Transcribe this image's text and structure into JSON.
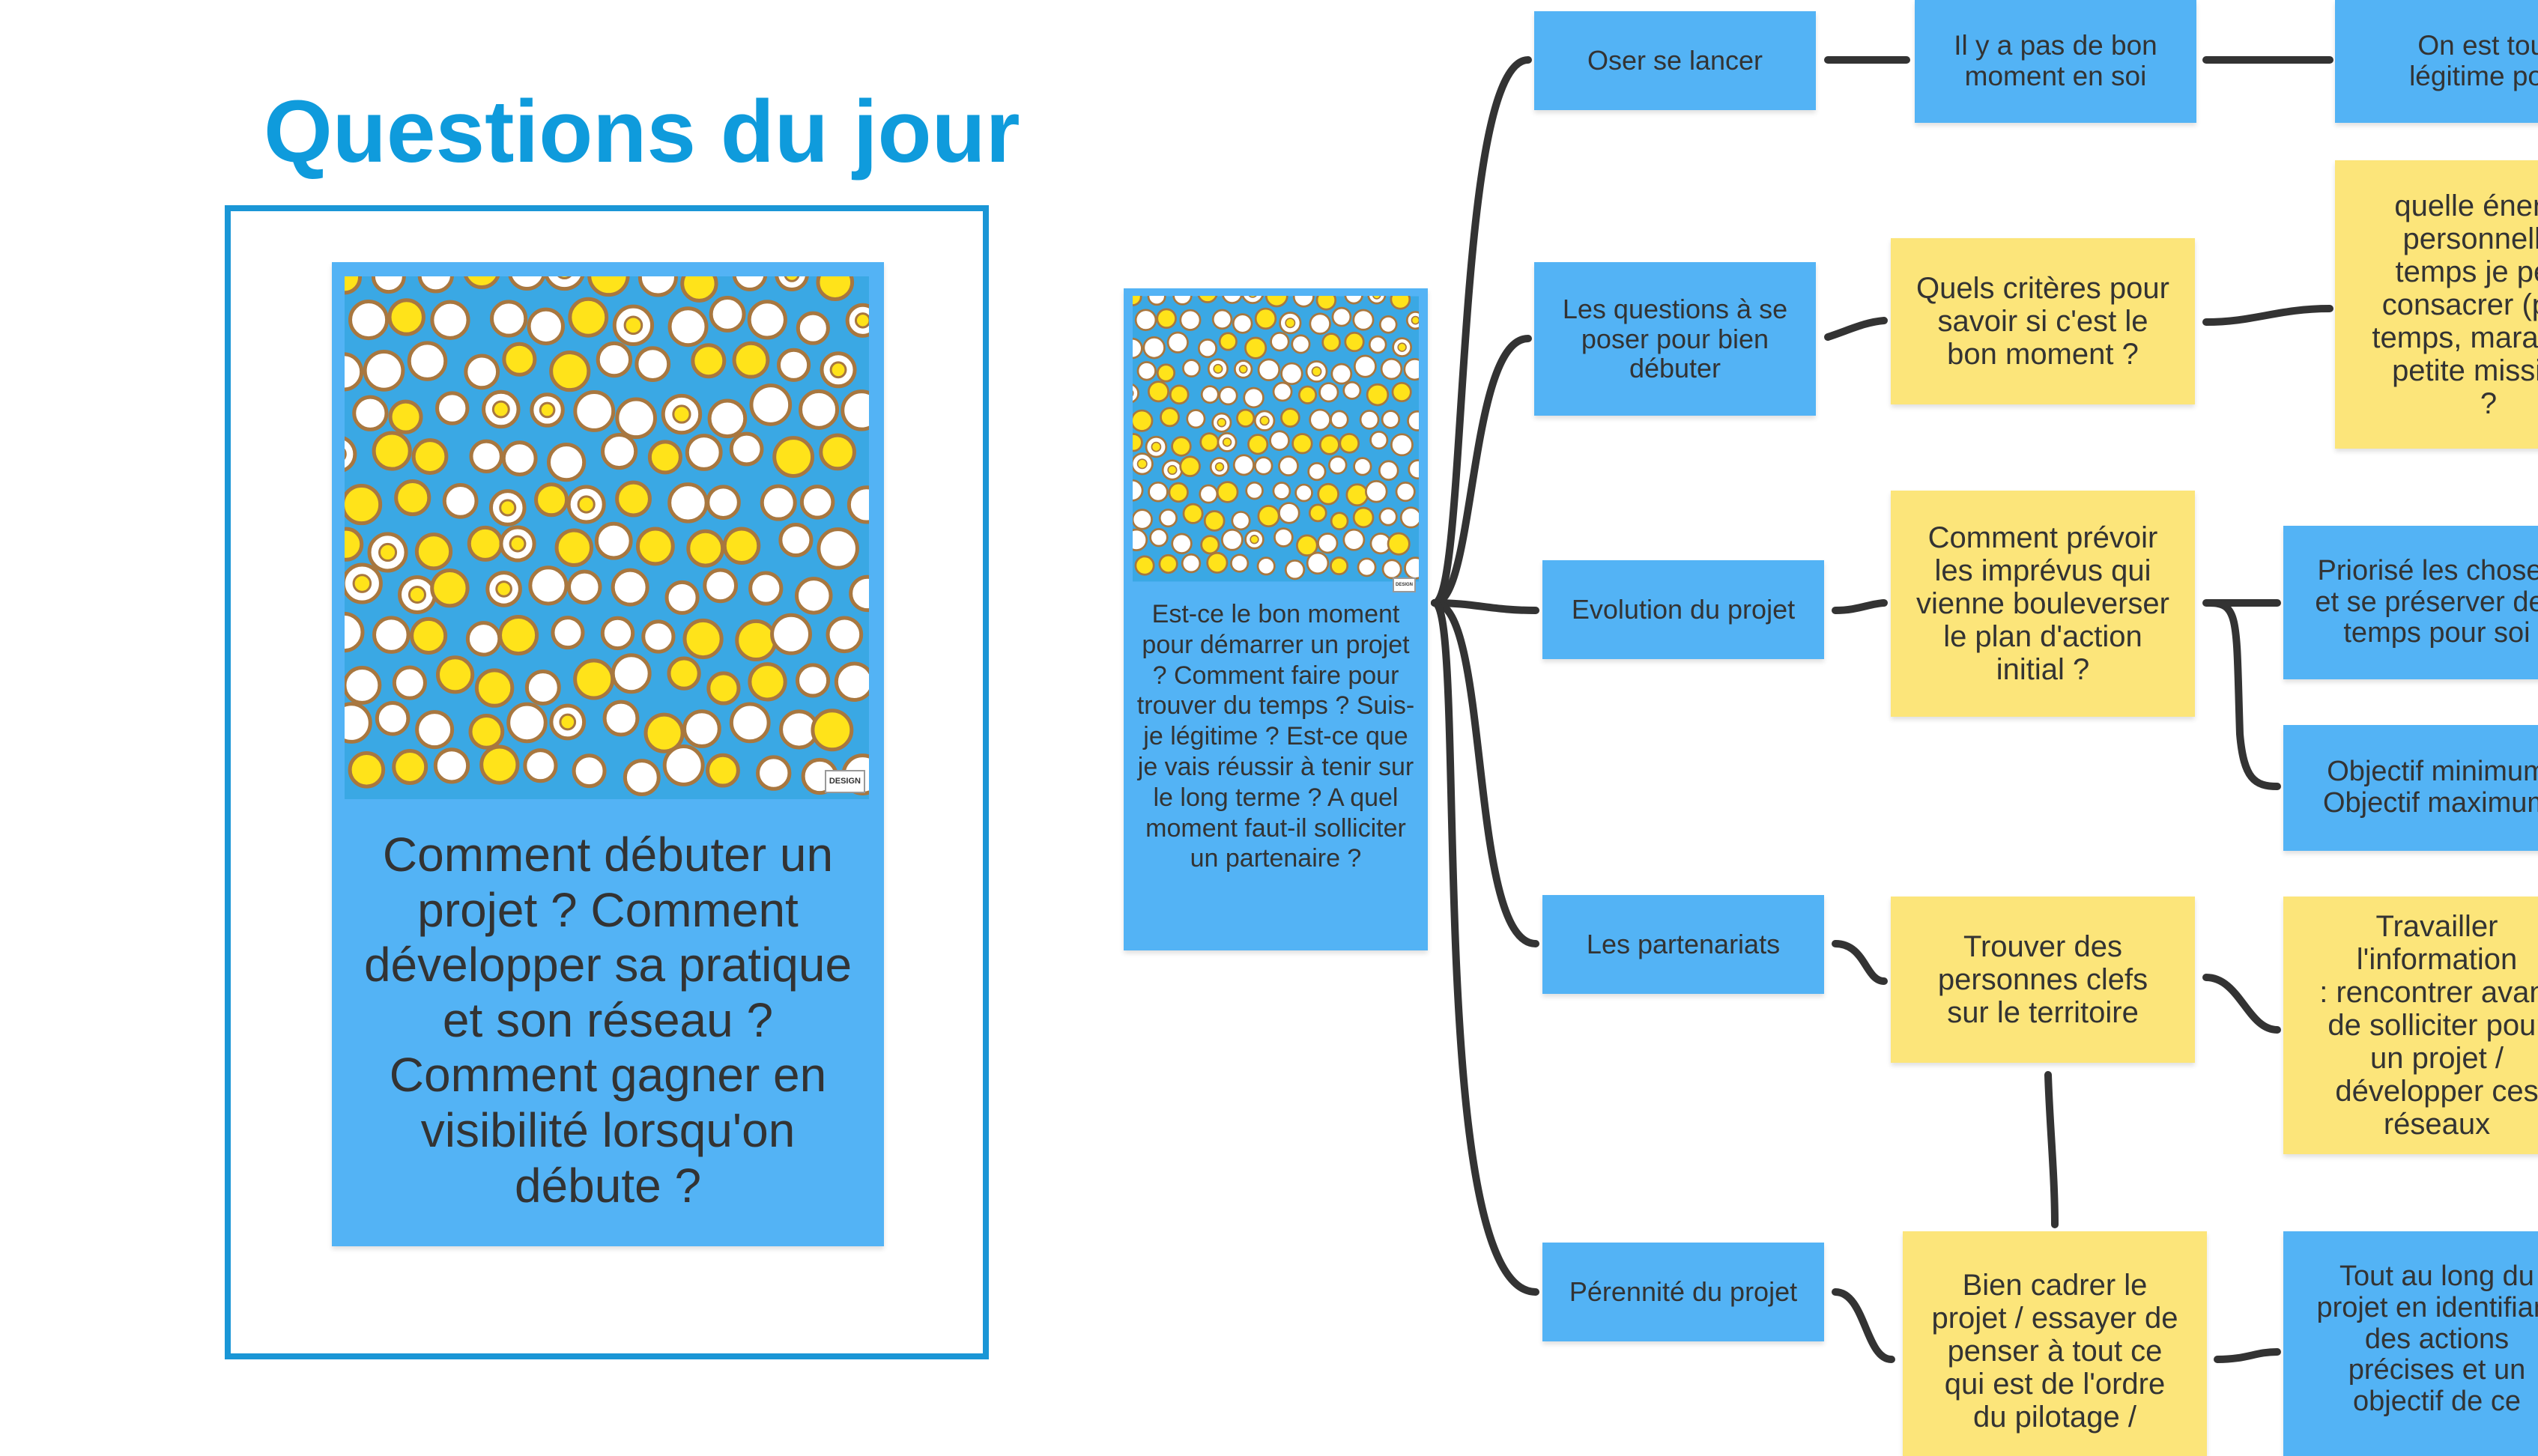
{
  "title": "Questions du jour",
  "big_card": {
    "text": "Comment débuter un projet ? Comment développer sa pratique et son réseau ? Comment gagner en visibilité lorsqu'on débute ?",
    "logo": "DESIGN"
  },
  "center_card": {
    "text": "Est-ce le bon moment pour démarrer un projet ? Comment faire pour trouver du temps ? Suis-je légitime ? Est-ce que je vais réussir à tenir sur le long terme ? A quel moment faut-il solliciter un partenaire ?",
    "logo": "DESIGN"
  },
  "branches": [
    {
      "label": "Oser se lancer"
    },
    {
      "label": "Les questions à se poser pour bien débuter"
    },
    {
      "label": "Evolution du projet"
    },
    {
      "label": "Les partenariats"
    },
    {
      "label": "Pérennité du projet"
    }
  ],
  "level2": [
    {
      "label": "Il y a pas de bon moment en soi"
    },
    {
      "label": "Quels critères pour savoir si c'est le bon moment ?"
    },
    {
      "label": "Comment prévoir les imprévus qui vienne bouleverser le plan d'action initial ?"
    },
    {
      "label": "Trouver des personnes clefs sur le territoire"
    },
    {
      "label": "Bien cadrer le projet / essayer de penser à tout ce qui est de l'ordre du pilotage /"
    }
  ],
  "level3": [
    {
      "label": "On est tous\nlégitime pour"
    },
    {
      "label": "quelle énergie\npersonnelle /\ntemps je peux\nconsacrer (plein\ntemps, marathon,\npetite mission)\n?"
    },
    {
      "label": "Priorisé les choses\net se préserver des\ntemps pour soi"
    },
    {
      "label": "Objectif minimum\nObjectif maximum"
    },
    {
      "label": "Travailler l'information\n: rencontrer avant\nde solliciter pour\nun projet /\ndévelopper ces\nréseaux"
    },
    {
      "label": "Tout au long du\nprojet en identifiant\ndes actions\nprécises et un\nobjectif de ce"
    }
  ],
  "colors": {
    "blue": "#53b3f5",
    "yellow": "#fce57a",
    "title": "#0f9bdc",
    "line": "#333333"
  }
}
